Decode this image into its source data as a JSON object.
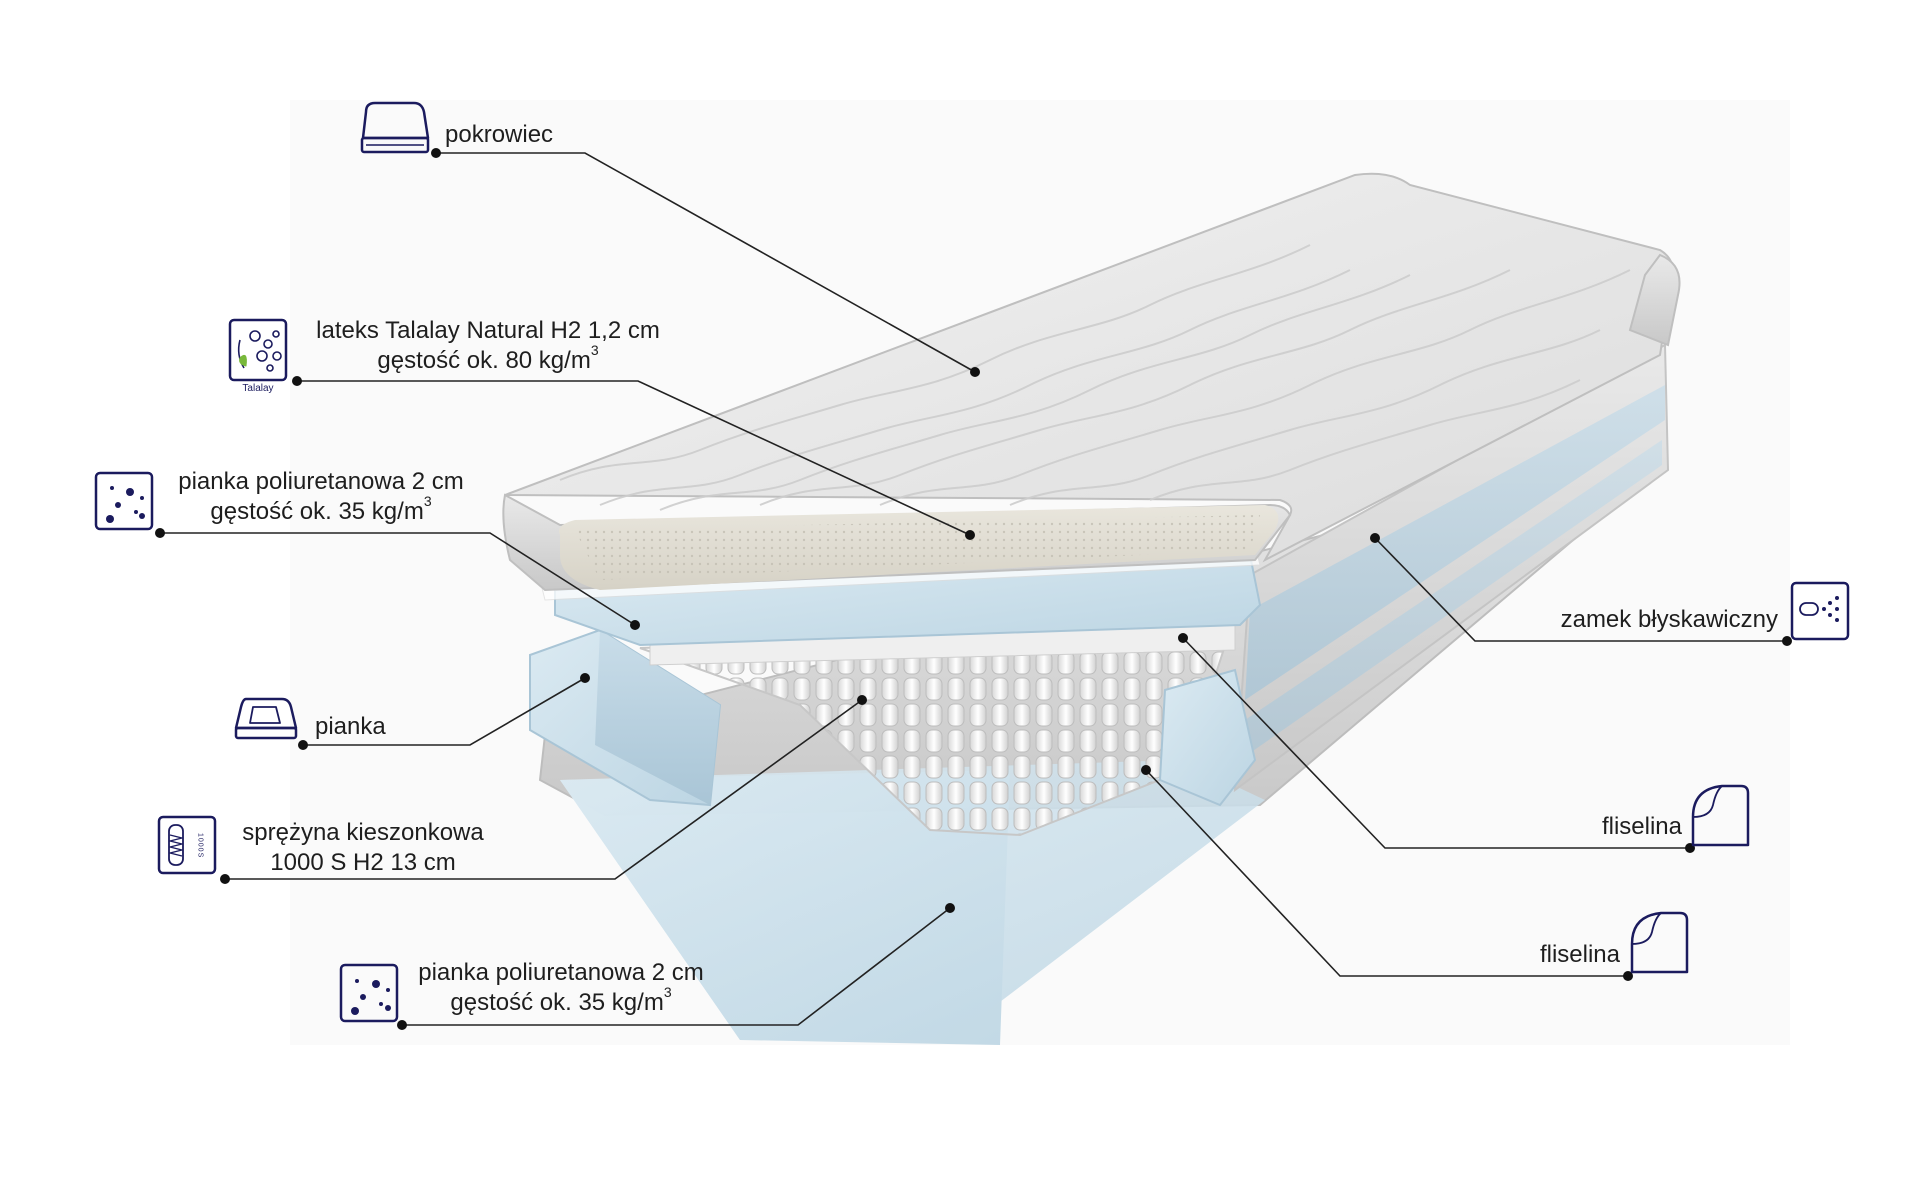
{
  "labels": {
    "pokrowiec": "pokrowiec",
    "lateks_1": "lateks Talalay Natural H2 1,2 cm",
    "lateks_2": "gęstość ok. 80 kg/m",
    "lateks_sup": "3",
    "talalay_badge": "Talalay",
    "pianka_top_1": "pianka poliuretanowa 2 cm",
    "pianka_top_2": "gęstość ok. 35 kg/m",
    "pianka_top_sup": "3",
    "pianka": "pianka",
    "sprezyna_1": "sprężyna kieszonkowa",
    "sprezyna_2": "1000 S H2 13 cm",
    "sprezyna_icon_text": "1000S",
    "pianka_bottom_1": "pianka poliuretanowa 2 cm",
    "pianka_bottom_2": "gęstość ok. 35 kg/m",
    "pianka_bottom_sup": "3",
    "zamek": "zamek błyskawiczny",
    "fliselina_1": "fliselina",
    "fliselina_2": "fliselina"
  },
  "icons": {
    "cover": "mattress-cover-icon",
    "latex": "latex-talalay-icon",
    "foam_top": "foam-dots-icon",
    "foam_frame": "foam-frame-icon",
    "spring": "pocket-spring-icon",
    "foam_bottom": "foam-dots-icon",
    "zipper": "zipper-icon",
    "fleece_1": "fleece-sheet-icon",
    "fleece_2": "fleece-sheet-icon"
  },
  "colors": {
    "icon_stroke": "#1b1b5e",
    "leader_line": "#222222",
    "foam_blue": "#cfe3ee",
    "cover_grey": "#e8e8e8"
  }
}
